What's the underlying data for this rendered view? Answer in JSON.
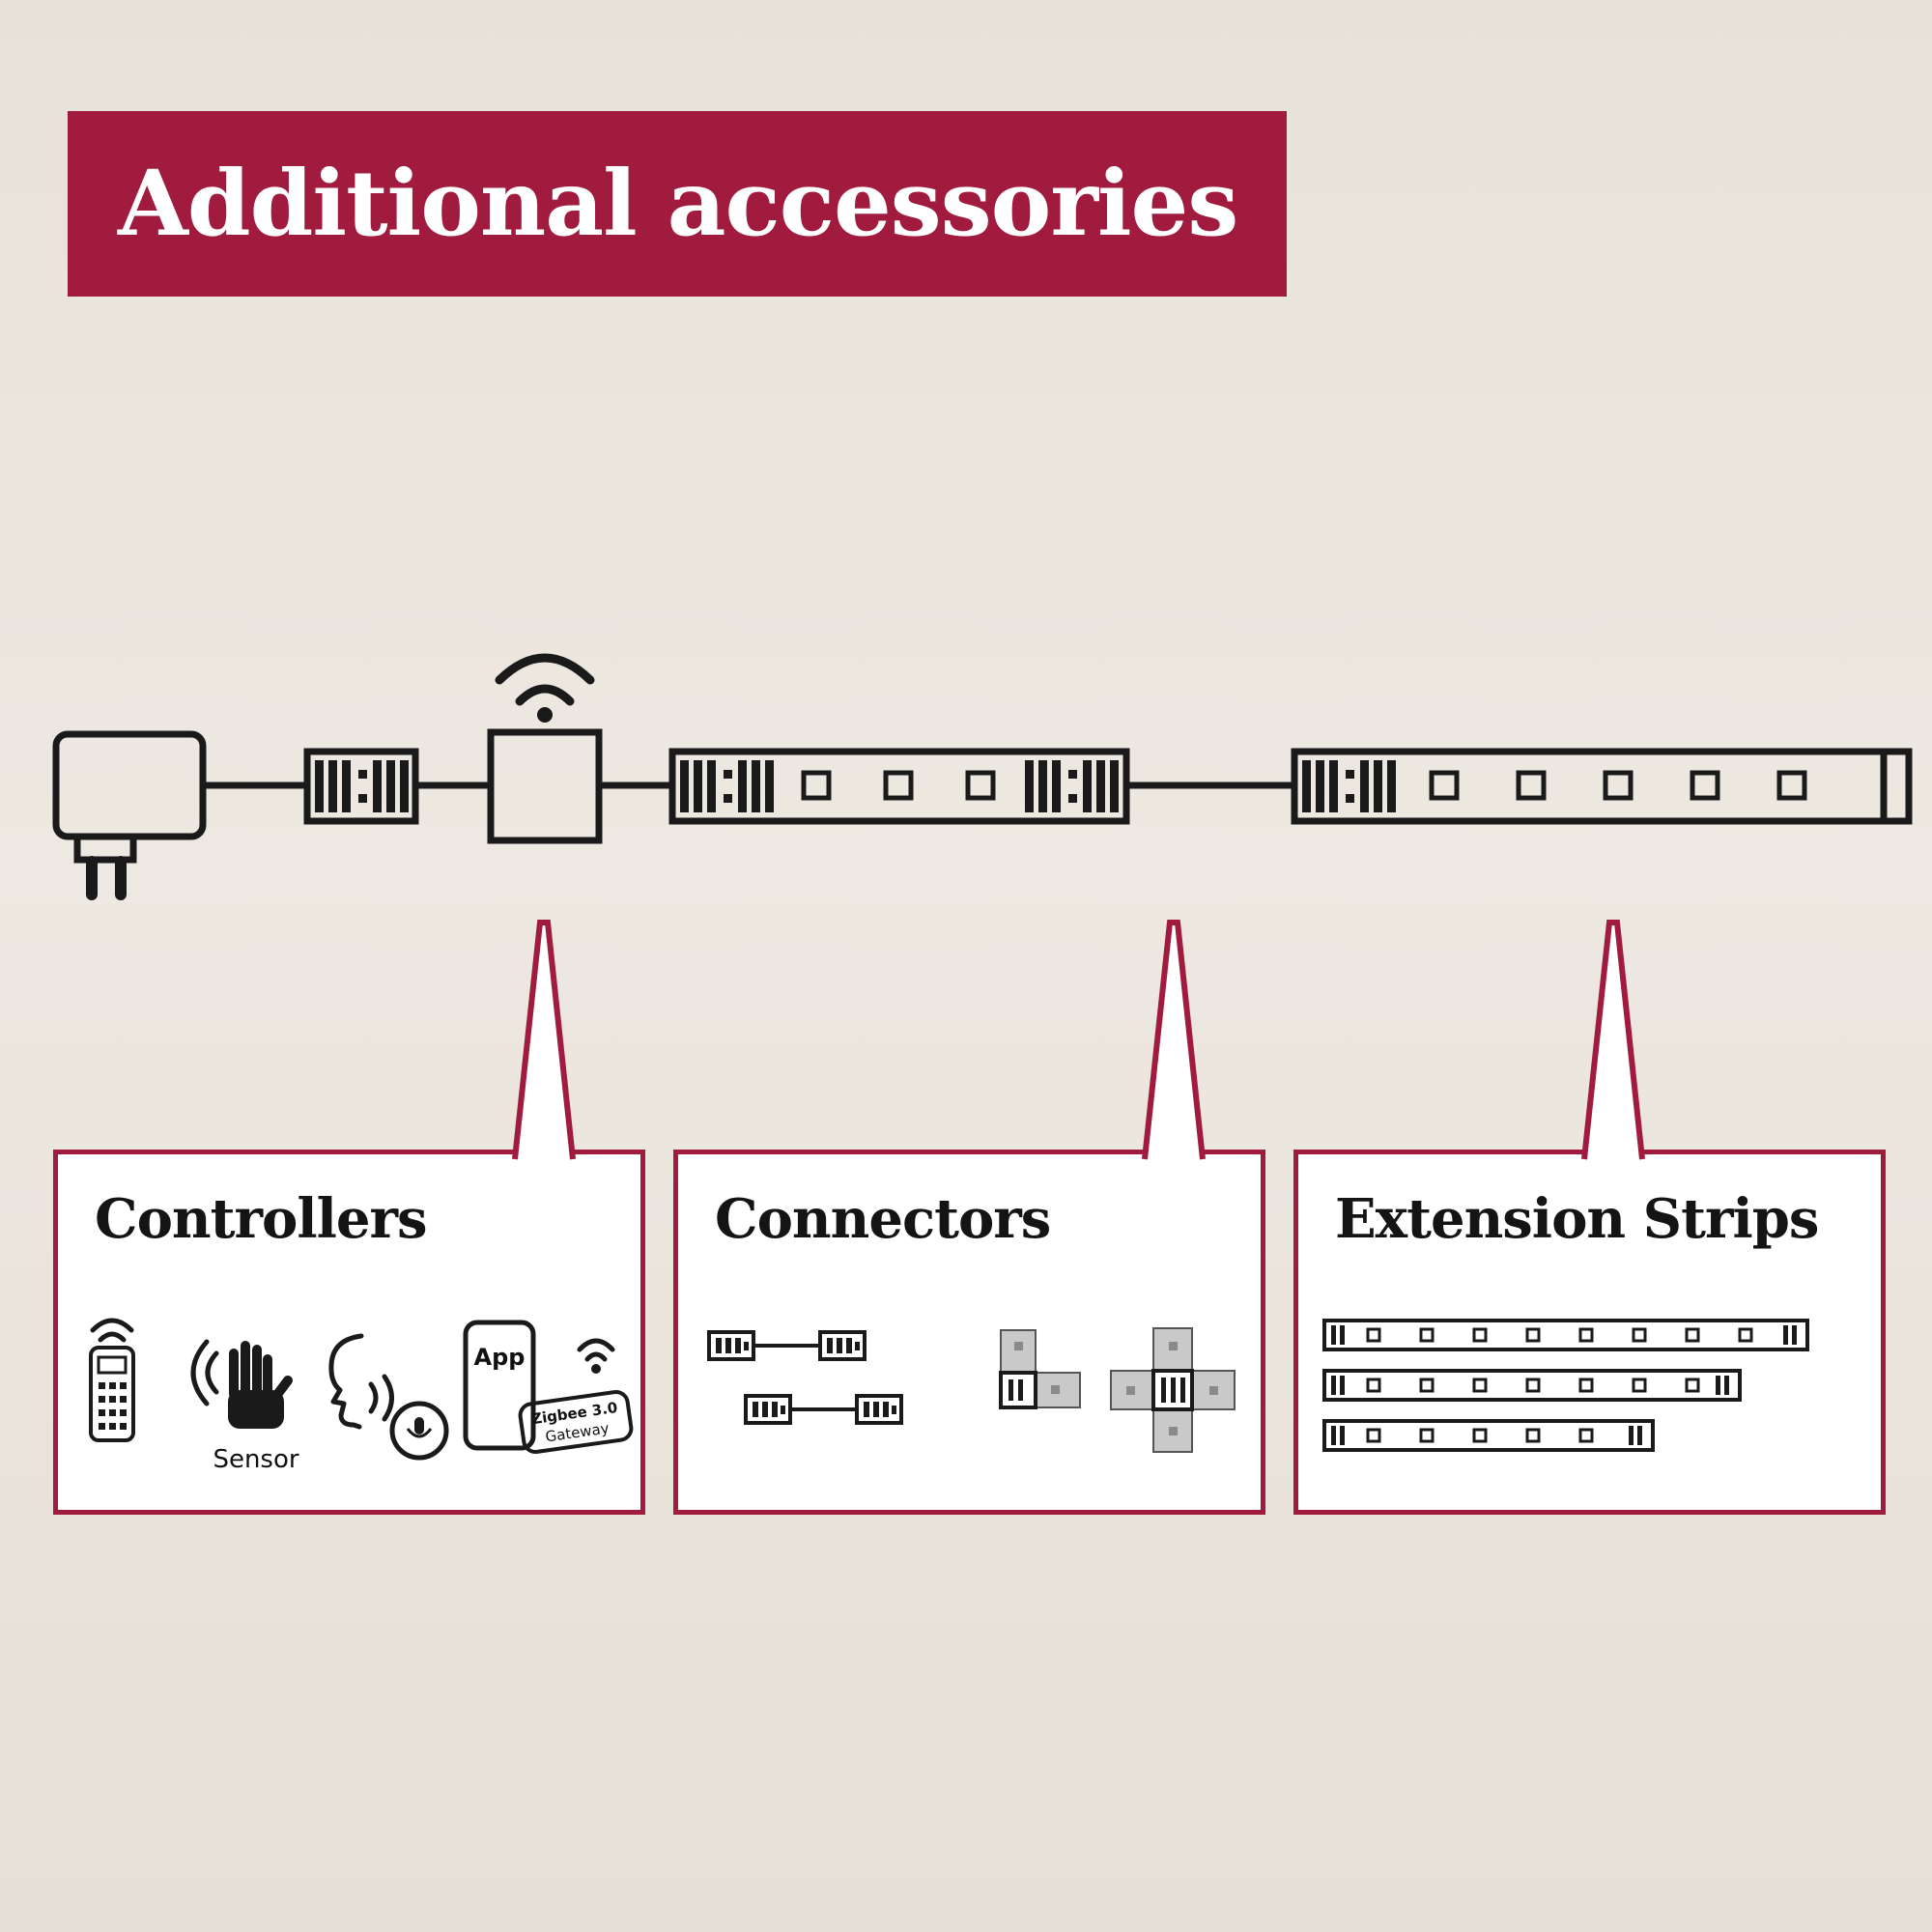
{
  "title": "Additional accessories",
  "colors": {
    "brand_red": "#a01b3d",
    "background": "#eae4dc",
    "line_color": "#1a1a1a",
    "box_bg": "#ffffff"
  },
  "diagram": {
    "parts": [
      "power-adapter",
      "connector",
      "wifi-controller",
      "led-strip",
      "connector",
      "led-strip"
    ]
  },
  "callouts": {
    "controllers": {
      "title": "Controllers",
      "icons": [
        "remote-control-icon",
        "motion-sensor-icon",
        "voice-control-icon",
        "app-gateway-icon"
      ],
      "sensor_label": "Sensor",
      "app_label": "App",
      "gateway_label_line1": "Zigbee 3.0",
      "gateway_label_line2": "Gateway"
    },
    "connectors": {
      "title": "Connectors",
      "icons": [
        "cable-connector-icon",
        "corner-connector-icon",
        "cross-connector-icon"
      ]
    },
    "extension_strips": {
      "title": "Extension Strips",
      "icons": [
        "extension-strip-long-icon",
        "extension-strip-medium-icon",
        "extension-strip-short-icon"
      ]
    }
  }
}
